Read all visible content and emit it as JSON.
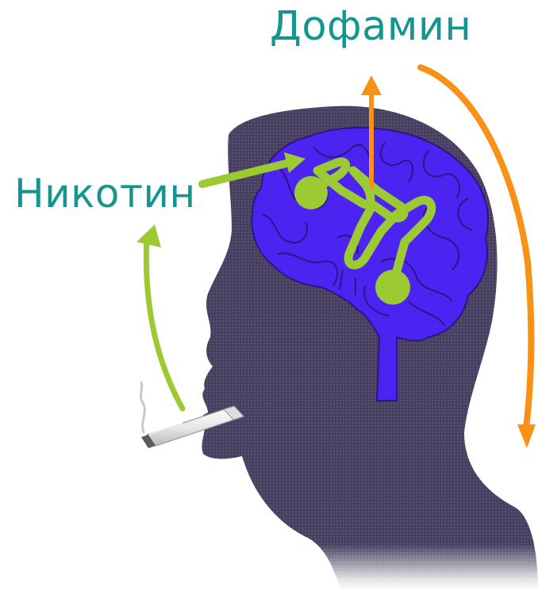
{
  "labels": {
    "dopamine": "Дофамин",
    "nicotine": "Никотин"
  },
  "colors": {
    "label_text": "#14958f",
    "head_silhouette": "#463f5f",
    "brain_fill": "#4c24f2",
    "brain_outline": "#2c1683",
    "nicotine_path": "#9cca32",
    "dopamine_arrow": "#f79216",
    "cigarette_body": "#f2f2f2",
    "cigarette_ash": "#5b5b5b"
  },
  "icons": {
    "head": "head-profile-silhouette",
    "brain": "brain-icon",
    "cigarette": "cigarette-icon",
    "smoke": "smoke-icon"
  }
}
